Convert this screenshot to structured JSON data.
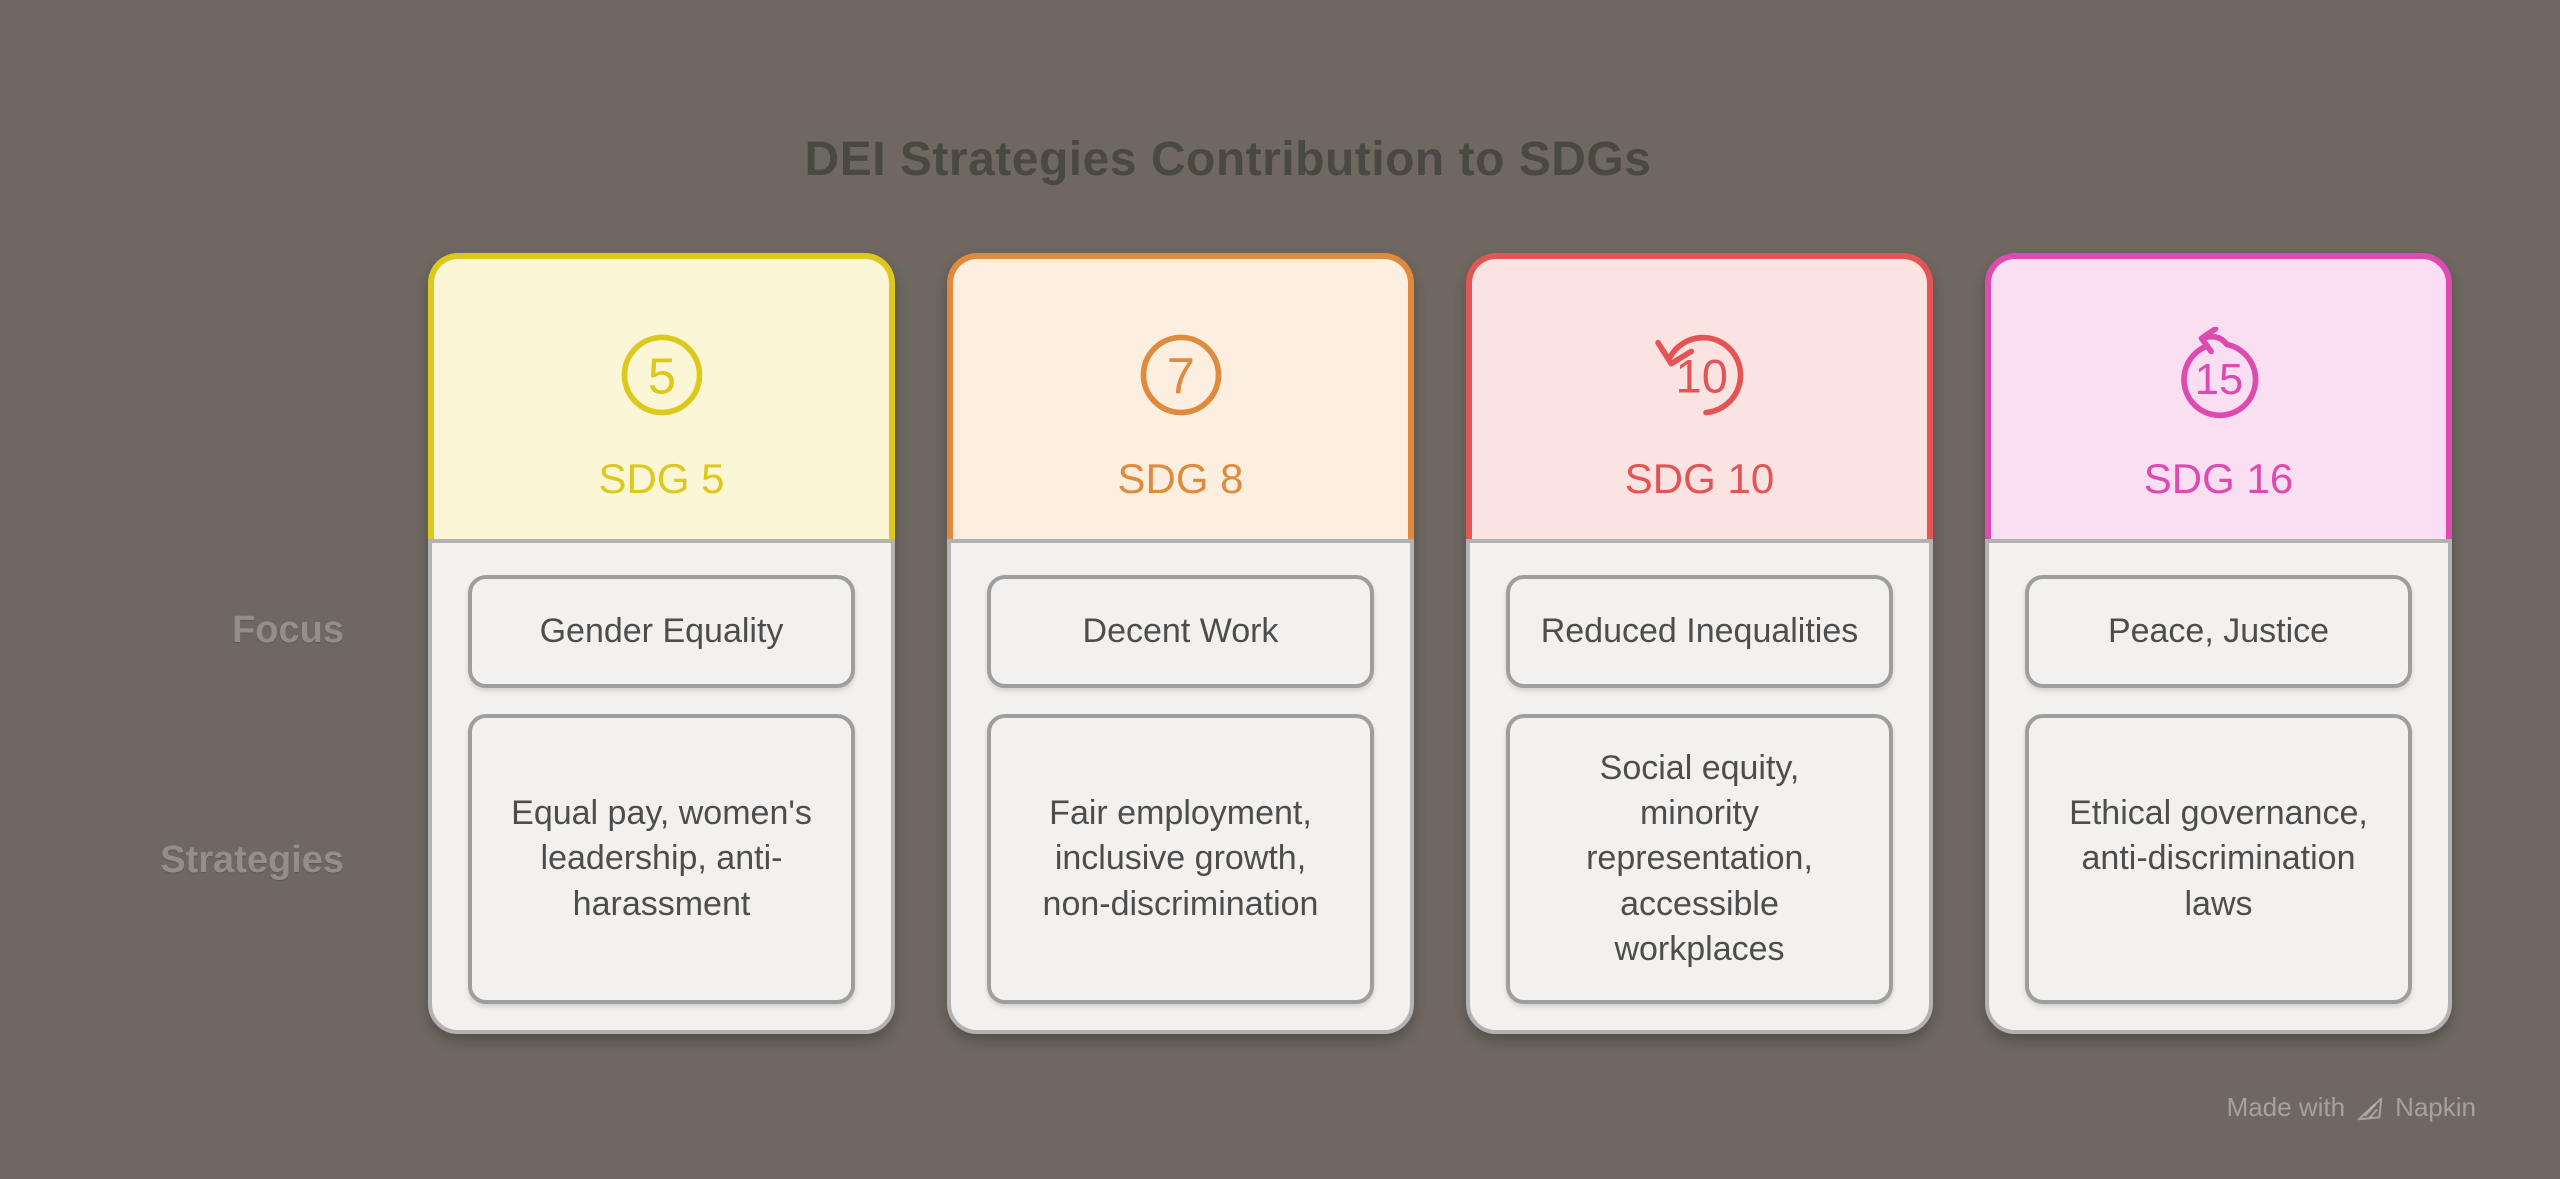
{
  "title": "DEI Strategies Contribution to SDGs",
  "row_labels": {
    "focus": "Focus",
    "strategies": "Strategies"
  },
  "cards": [
    {
      "label": "SDG 5",
      "icon": {
        "name": "circle-number-5-icon",
        "style": "plain",
        "number": "5"
      },
      "focus": "Gender Equality",
      "strategies": "Equal pay, women's leadership, anti-harassment",
      "theme": {
        "accent": "#ddc91e",
        "header_bg": "#fbf7d6"
      }
    },
    {
      "label": "SDG 8",
      "icon": {
        "name": "circle-number-7-icon",
        "style": "plain",
        "number": "7"
      },
      "focus": "Decent Work",
      "strategies": "Fair employment, inclusive growth, non-discrimination",
      "theme": {
        "accent": "#df8a3d",
        "header_bg": "#fcefe0"
      }
    },
    {
      "label": "SDG 10",
      "icon": {
        "name": "rotate-ccw-10-icon",
        "style": "ccw-bottom",
        "number": "10"
      },
      "focus": "Reduced Inequalities",
      "strategies": "Social equity, minority representation, accessible workplaces",
      "theme": {
        "accent": "#e45454",
        "header_bg": "#fbe3e2"
      }
    },
    {
      "label": "SDG 16",
      "icon": {
        "name": "rotate-ccw-15-icon",
        "style": "ccw-top",
        "number": "15"
      },
      "focus": "Peace, Justice",
      "strategies": "Ethical governance, anti-discrimination laws",
      "theme": {
        "accent": "#dd4bb0",
        "header_bg": "#fadef2"
      }
    }
  ],
  "watermark": {
    "prefix": "Made with",
    "brand": "Napkin",
    "logo": "napkin-logo-icon"
  },
  "colors": {
    "background": "#6e6861",
    "title": "#4a4842",
    "row_label": "#938e87",
    "card_body_bg": "#f2f1ef",
    "card_body_border": "#b2b2b2",
    "inner_box_border": "#9e9e9e",
    "inner_text": "#4d4d4d"
  }
}
